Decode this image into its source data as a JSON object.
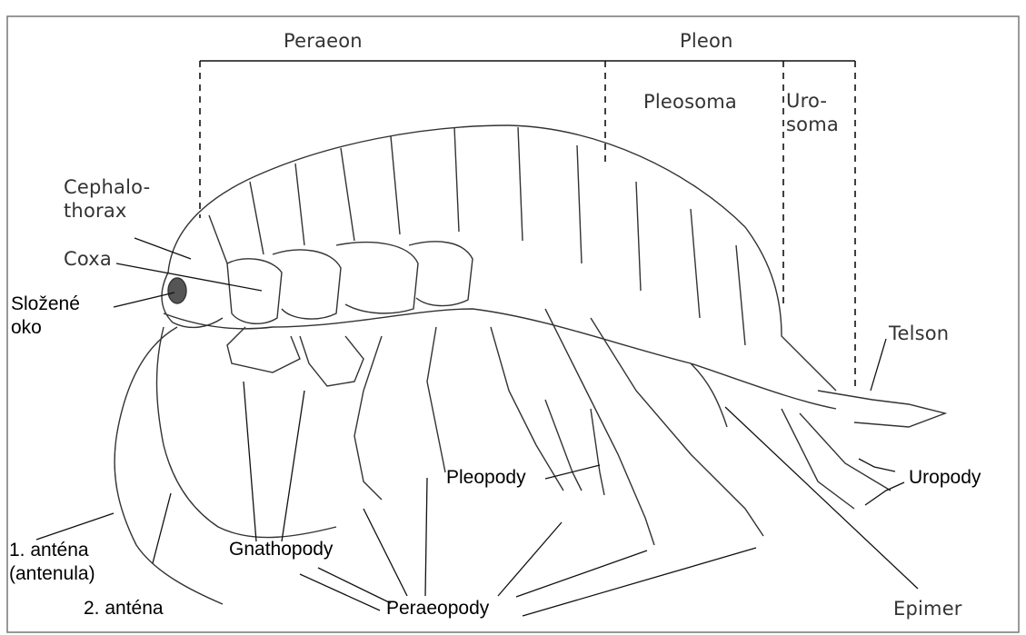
{
  "labels": {
    "peraeon": "Peraeon",
    "pleon": "Pleon",
    "pleosoma": "Pleosoma",
    "urosoma": "Uro-\nsoma",
    "cephalothorax": "Cephalo-\nthorax",
    "coxa": "Coxa",
    "slozene_oko": "Složené\noko",
    "telson": "Telson",
    "pleopody": "Pleopody",
    "uropody": "Uropody",
    "antena1": "1. anténa\n(antenula)",
    "gnathopody": "Gnathopody",
    "antena2": "2. anténa",
    "peraeopody": "Peraeopody",
    "epimer": "Epimer"
  }
}
